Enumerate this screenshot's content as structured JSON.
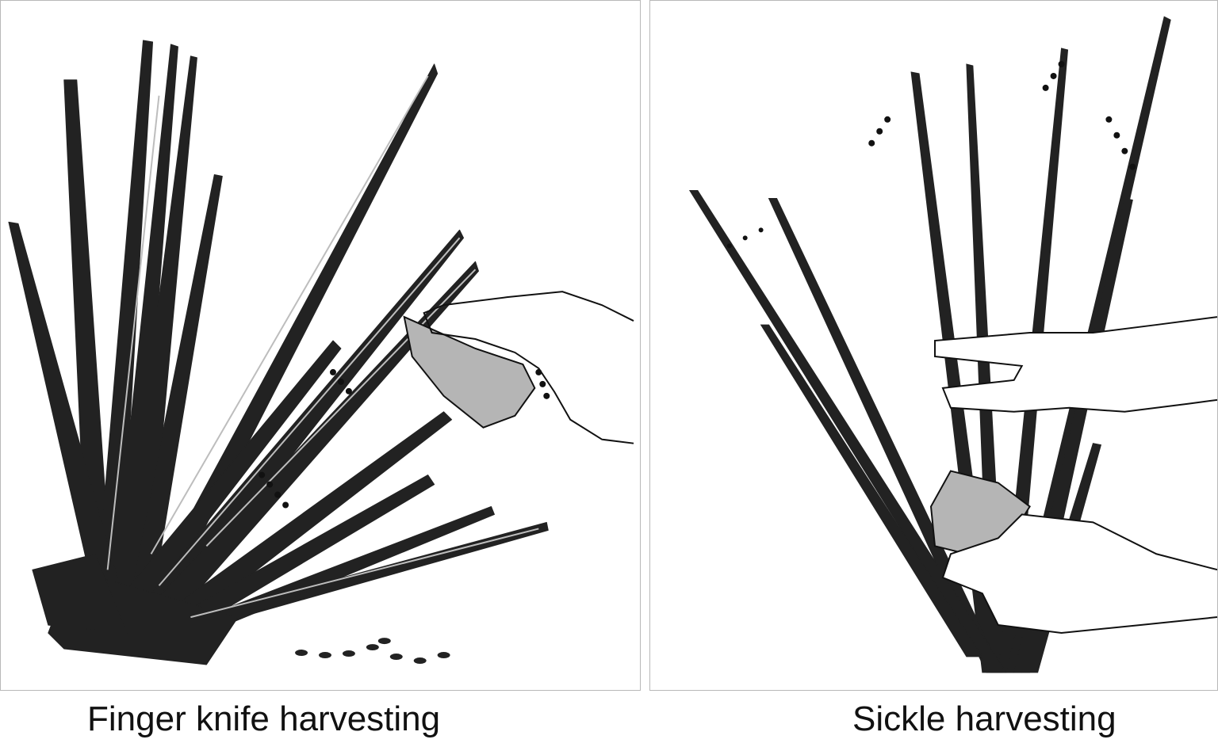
{
  "figure": {
    "left_panel": {
      "caption": "Finger knife harvesting",
      "icons": [
        "rice-plant-illustration",
        "hand-with-finger-knife-illustration"
      ]
    },
    "right_panel": {
      "caption": "Sickle harvesting",
      "icons": [
        "rice-stalks-illustration",
        "hand-with-sickle-illustration"
      ]
    },
    "colors": {
      "plant": "#222222",
      "tool": "#b5b5b5",
      "outline": "#111111",
      "border": "#b8b8b8"
    }
  }
}
